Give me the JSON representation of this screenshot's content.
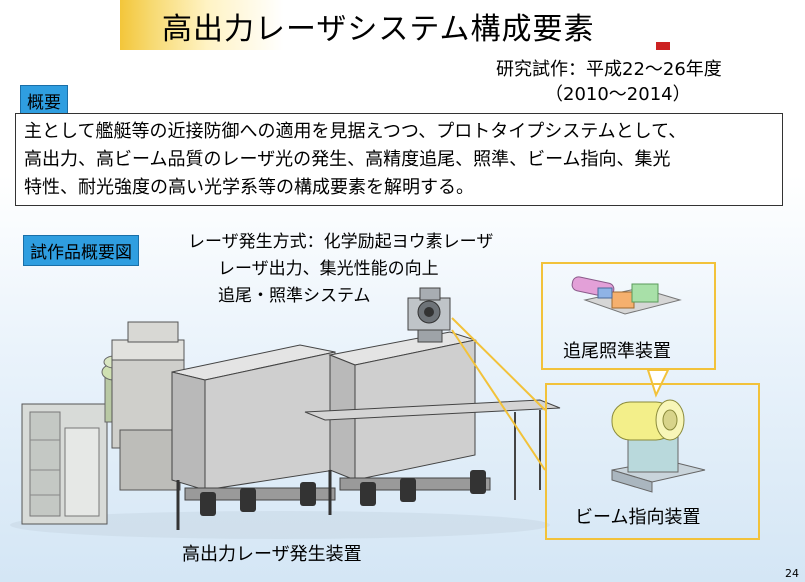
{
  "header": {
    "title": "高出力レーザシステム構成要素",
    "period_line1": "研究試作：平成22～26年度",
    "period_line2": "（2010～2014）"
  },
  "overview": {
    "label": "概要",
    "lines": [
      "主として艦艇等の近接防御への適用を見据えつつ、プロトタイプシステムとして、",
      "高出力、高ビーム品質のレーザ光の発生、高精度追尾、照準、ビーム指向、集光",
      "特性、耐光強度の高い光学系等の構成要素を解明する。"
    ]
  },
  "diagram": {
    "label": "試作品概要図",
    "features": [
      "レーザ発生方式：化学励起ヨウ素レーザ",
      "レーザ出力、集光性能の向上",
      "追尾・照準システム"
    ],
    "captions": {
      "tracking": "追尾照準装置",
      "beam": "ビーム指向装置",
      "generator": "高出力レーザ発生装置"
    }
  },
  "footer": {
    "page_number": "24"
  },
  "colors": {
    "label_bg": "#2f9ee0",
    "callout_border": "#f2c23a",
    "title_accent": "#f3c63a"
  }
}
